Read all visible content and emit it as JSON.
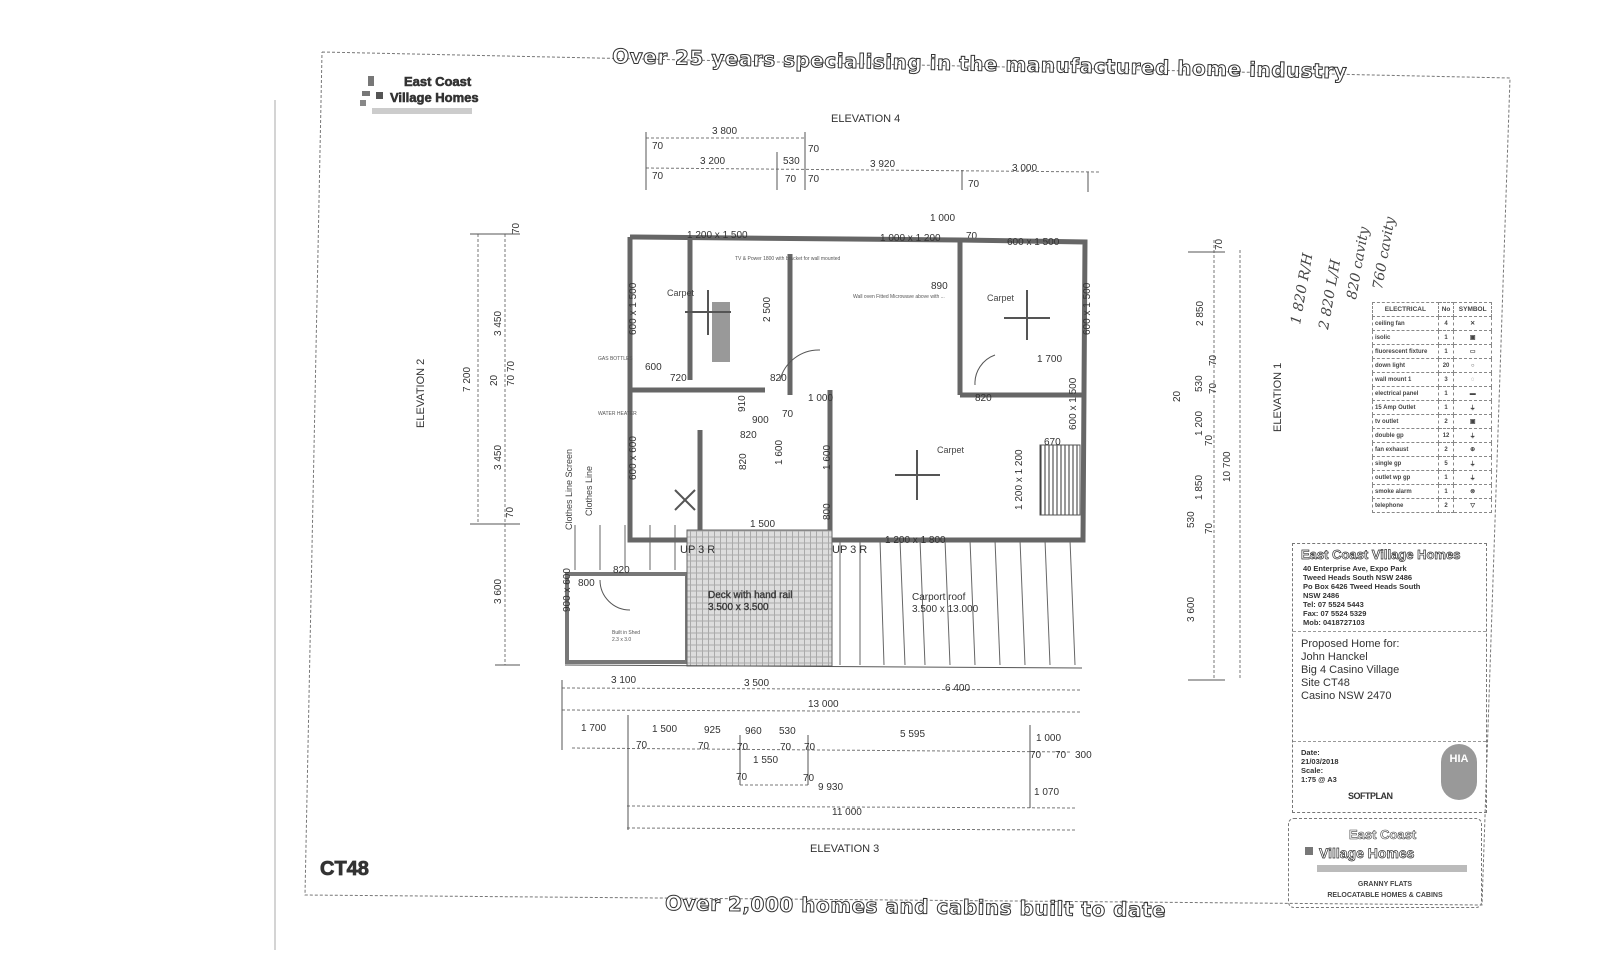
{
  "banners": {
    "top": "Over 25 years specialising in the manufactured home industry",
    "bottom": "Over 2,000 homes and cabins built to date"
  },
  "logo": {
    "line1": "East Coast",
    "line2": "Village Homes"
  },
  "drawing_id": "CT48",
  "elevations": {
    "e1": "ELEVATION 1",
    "e2": "ELEVATION 2",
    "e3": "ELEVATION 3",
    "e4": "ELEVATION 4"
  },
  "dims": {
    "top": [
      "3 800",
      "3 200",
      "530",
      "3 920",
      "3 000",
      "70",
      "70",
      "70",
      "70",
      "70",
      "70",
      "1 000",
      "70"
    ],
    "left": [
      "7 200",
      "3 450",
      "3 450",
      "20",
      "70",
      "70",
      "3 600",
      "70",
      "70"
    ],
    "right": [
      "2 850",
      "1 200",
      "1 850",
      "3 600",
      "10 700",
      "20",
      "530",
      "70",
      "70",
      "70",
      "530",
      "70",
      "70"
    ],
    "bottom": [
      "3 100",
      "3 500",
      "6 400",
      "13 000",
      "1 700",
      "1 500",
      "925",
      "960",
      "530",
      "5 595",
      "1 000",
      "70",
      "70",
      "70",
      "70",
      "70",
      "70",
      "70",
      "300",
      "1 550",
      "70",
      "70",
      "9 930",
      "1 070",
      "11 000"
    ]
  },
  "rooms": {
    "carpet": "Carpet",
    "carport": "Carport roof",
    "carport_size": "3.500 x 13.000",
    "deck": "Deck with hand rail",
    "deck_size": "3.500 x 3.500",
    "shed": "Built in Shed",
    "shed_size": "2.3 x 3.0",
    "clothes_line": "Clothes Line",
    "clothes_screen": "Clothes Line Screen",
    "gas": "GAS BOTTLES",
    "water": "WATER HEATER",
    "up_left": "UP 3 R",
    "up_right": "UP 3 R",
    "tv_note": "TV & Power 1800 with bracket for wall mounted",
    "kitchen_note": "Wall oven Fitted Microwave above with ...",
    "windows": [
      "1 200 x 1 500",
      "1 000 x 1 200",
      "600 x 1 500",
      "600 x 1 500",
      "600 x 1 500",
      "600 x 1 500",
      "1 200 x 1 200",
      "1 200 x 1 800",
      "600 x 600",
      "900 x 600"
    ],
    "inner": [
      "600",
      "720",
      "820",
      "820",
      "910",
      "900",
      "70",
      "1 000",
      "820",
      "1 600",
      "1 600",
      "800",
      "1 500",
      "2 500",
      "890",
      "1 700",
      "820",
      "670",
      "800",
      "820"
    ]
  },
  "electrical": {
    "headers": [
      "ELECTRICAL",
      "No",
      "SYMBOL"
    ],
    "rows": [
      {
        "item": "ceiling fan",
        "no": "4",
        "sym": "✕"
      },
      {
        "item": "isolic",
        "no": "1",
        "sym": "▣"
      },
      {
        "item": "fluorescent fixture",
        "no": "1",
        "sym": "▭"
      },
      {
        "item": "down light",
        "no": "20",
        "sym": "○"
      },
      {
        "item": "wall mount 1",
        "no": "3",
        "sym": "◌"
      },
      {
        "item": "electrical panel",
        "no": "1",
        "sym": "▬"
      },
      {
        "item": "15 Amp Outlet",
        "no": "1",
        "sym": "⏚"
      },
      {
        "item": "tv outlet",
        "no": "2",
        "sym": "▣"
      },
      {
        "item": "double gp",
        "no": "12",
        "sym": "⏚"
      },
      {
        "item": "fan exhaust",
        "no": "2",
        "sym": "⊕"
      },
      {
        "item": "single gp",
        "no": "5",
        "sym": "⏚"
      },
      {
        "item": "outlet wp gp",
        "no": "1",
        "sym": "⏚"
      },
      {
        "item": "smoke alarm",
        "no": "1",
        "sym": "⊗"
      },
      {
        "item": "telephone",
        "no": "2",
        "sym": "▽"
      }
    ]
  },
  "title_block": {
    "company": "East Coast Village Homes",
    "address": [
      "40 Enterprise Ave, Expo Park",
      "Tweed Heads South NSW 2486",
      "Po Box 6426 Tweed Heads South",
      "NSW 2486",
      "Tel: 07 5524 5443",
      "Fax: 07 5524 5329",
      "Mob: 0418727103"
    ],
    "proposed": [
      "Proposed Home for:",
      "John Hanckel",
      "Big 4 Casino Village",
      "Site CT48",
      "Casino NSW 2470"
    ],
    "date_label": "Date:",
    "date": "21/03/2018",
    "scale_label": "Scale:",
    "scale": "1:75 @ A3",
    "softplan": "SOFTPLAN",
    "hia": "HIA"
  },
  "logo_bottom": {
    "line1": "East Coast",
    "line2": "Village Homes",
    "line3": "GRANNY FLATS",
    "line4": "RELOCATABLE HOMES & CABINS"
  },
  "handwritten": [
    "1 820 R/H",
    "2 820 L/H",
    "820 cavity",
    "760 cavity"
  ]
}
